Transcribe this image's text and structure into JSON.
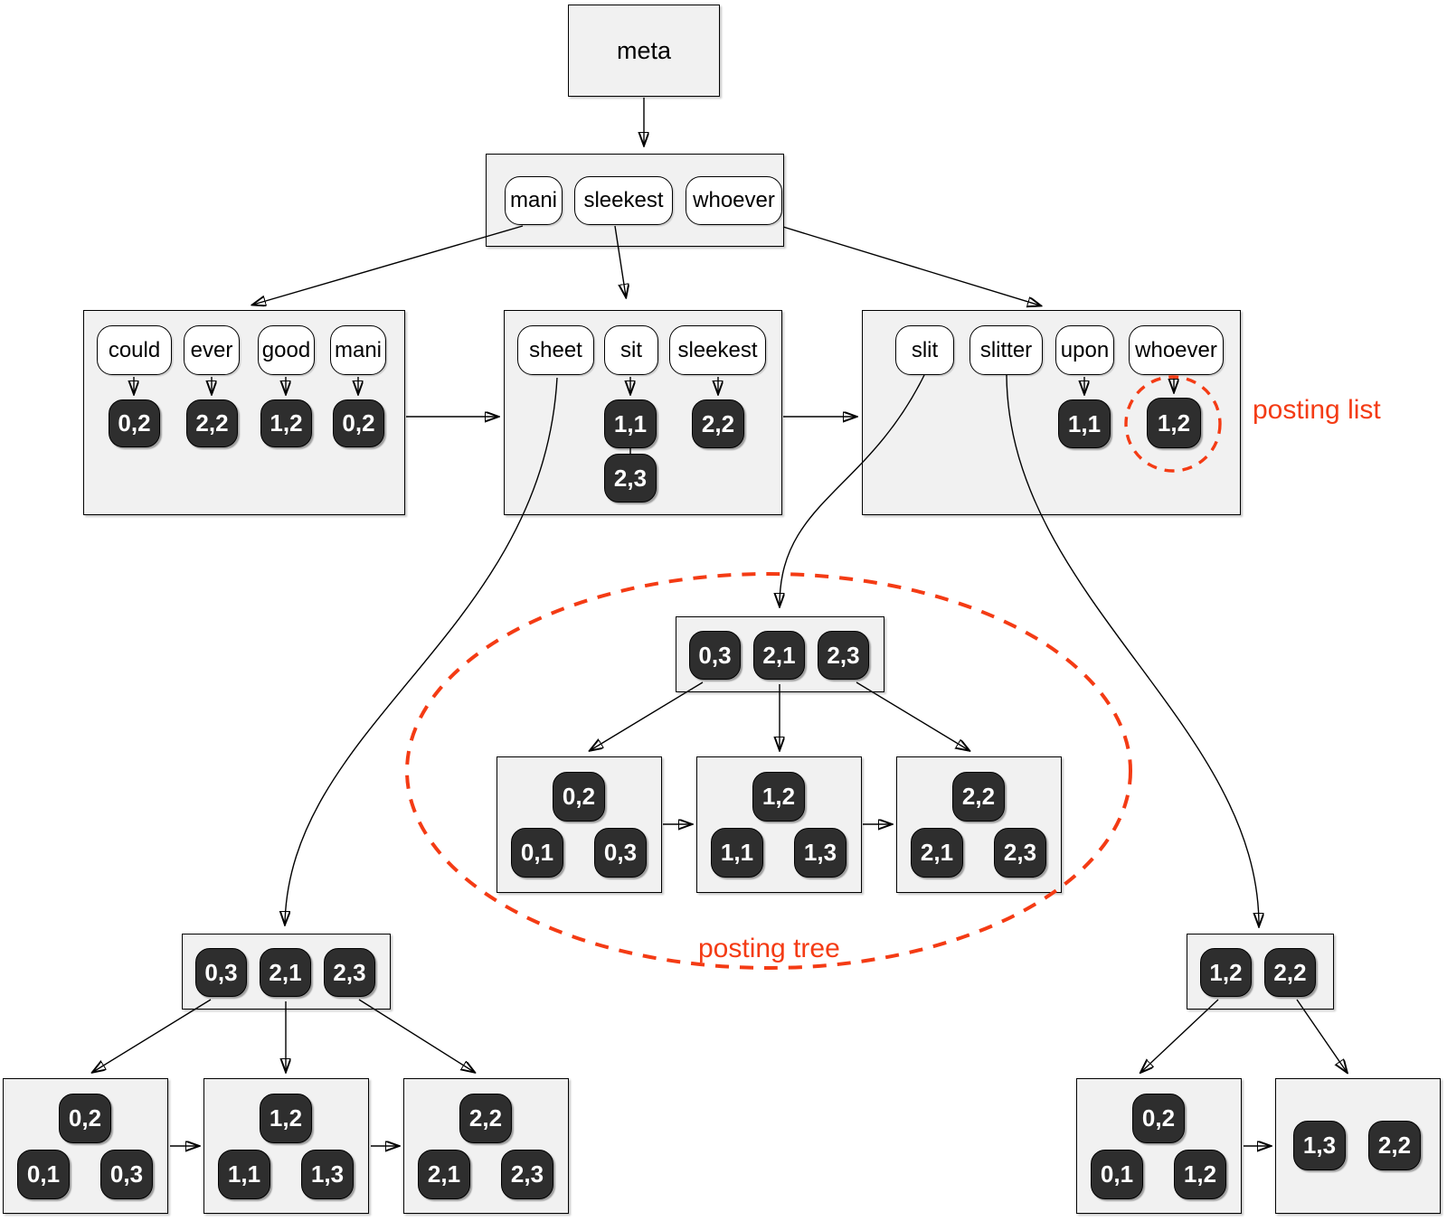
{
  "meta": {
    "label": "meta"
  },
  "root": {
    "keys": [
      "mani",
      "sleekest",
      "whoever"
    ]
  },
  "l1_left": {
    "keys": [
      "could",
      "ever",
      "good",
      "mani"
    ],
    "postings": [
      "0,2",
      "2,2",
      "1,2",
      "0,2"
    ]
  },
  "l1_middle": {
    "keys": [
      "sheet",
      "sit",
      "sleekest"
    ],
    "sit_postings": [
      "1,1",
      "2,3"
    ],
    "sleekest_posting": "2,2"
  },
  "l1_right": {
    "keys": [
      "slit",
      "slitter",
      "upon",
      "whoever"
    ],
    "upon_posting": "1,1",
    "whoever_posting": "1,2"
  },
  "tree_mid": {
    "root": [
      "0,3",
      "2,1",
      "2,3"
    ],
    "leaves": [
      {
        "top": "0,2",
        "bottom": [
          "0,1",
          "0,3"
        ]
      },
      {
        "top": "1,2",
        "bottom": [
          "1,1",
          "1,3"
        ]
      },
      {
        "top": "2,2",
        "bottom": [
          "2,1",
          "2,3"
        ]
      }
    ]
  },
  "tree_left": {
    "root": [
      "0,3",
      "2,1",
      "2,3"
    ],
    "leaves": [
      {
        "top": "0,2",
        "bottom": [
          "0,1",
          "0,3"
        ]
      },
      {
        "top": "1,2",
        "bottom": [
          "1,1",
          "1,3"
        ]
      },
      {
        "top": "2,2",
        "bottom": [
          "2,1",
          "2,3"
        ]
      }
    ]
  },
  "tree_right": {
    "root": [
      "1,2",
      "2,2"
    ],
    "leaves": [
      {
        "top": "0,2",
        "bottom": [
          "0,1",
          "1,2"
        ]
      },
      {
        "row": [
          "1,3",
          "2,2"
        ]
      }
    ]
  },
  "annotations": {
    "posting_list": "posting list",
    "posting_tree": "posting tree"
  },
  "colors": {
    "annotation": "#f43b14",
    "node_fill": "#f1f1f1",
    "posting_fill": "#2e2e2e",
    "key_fill": "#ffffff"
  }
}
